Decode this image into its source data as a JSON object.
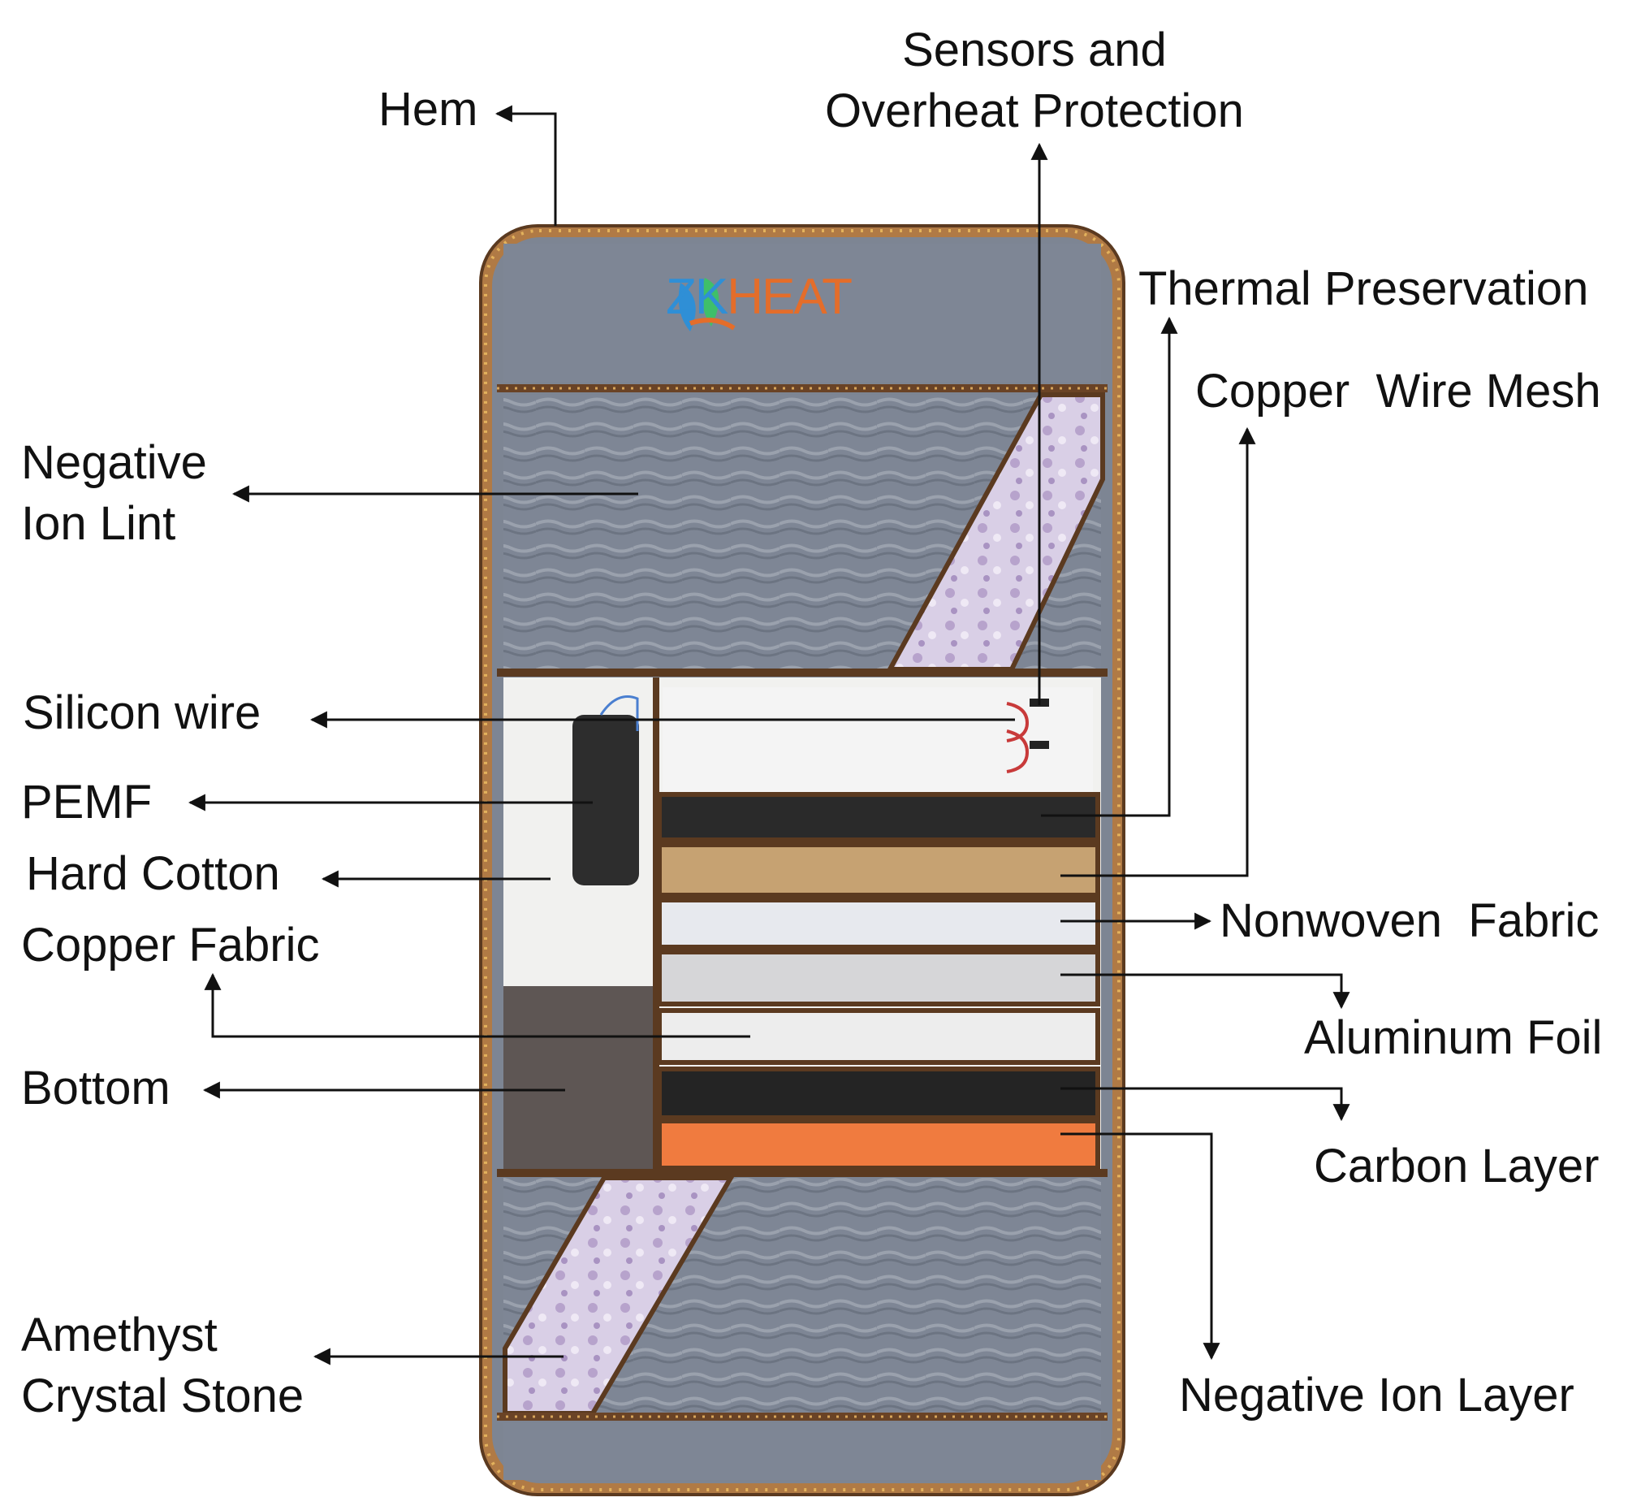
{
  "brand": {
    "logo_part1": "ZK",
    "logo_part2": "HEAT",
    "color1": "#2f8fd6",
    "color2": "#e46d2a"
  },
  "labels": {
    "hem": "Hem",
    "sensors": "Sensors and\nOverheat Protection",
    "thermal": "Thermal Preservation",
    "copper_mesh": "Copper  Wire Mesh",
    "negative_ion_lint": "Negative\nIon Lint",
    "silicon_wire": "Silicon wire",
    "pemf": "PEMF",
    "hard_cotton": "Hard Cotton",
    "copper_fabric": "Copper Fabric",
    "bottom": "Bottom",
    "amethyst": "Amethyst\nCrystal Stone",
    "nonwoven": "Nonwoven  Fabric",
    "aluminum": "Aluminum Foil",
    "carbon": "Carbon Layer",
    "negative_ion_layer": "Negative Ion Layer"
  },
  "colors": {
    "mat_fabric": "#7d8593",
    "hem_trim": "#8a5a2e",
    "amethyst": "#cdbfdc",
    "orange_layer": "#f07b3f",
    "arrow": "#111111"
  }
}
